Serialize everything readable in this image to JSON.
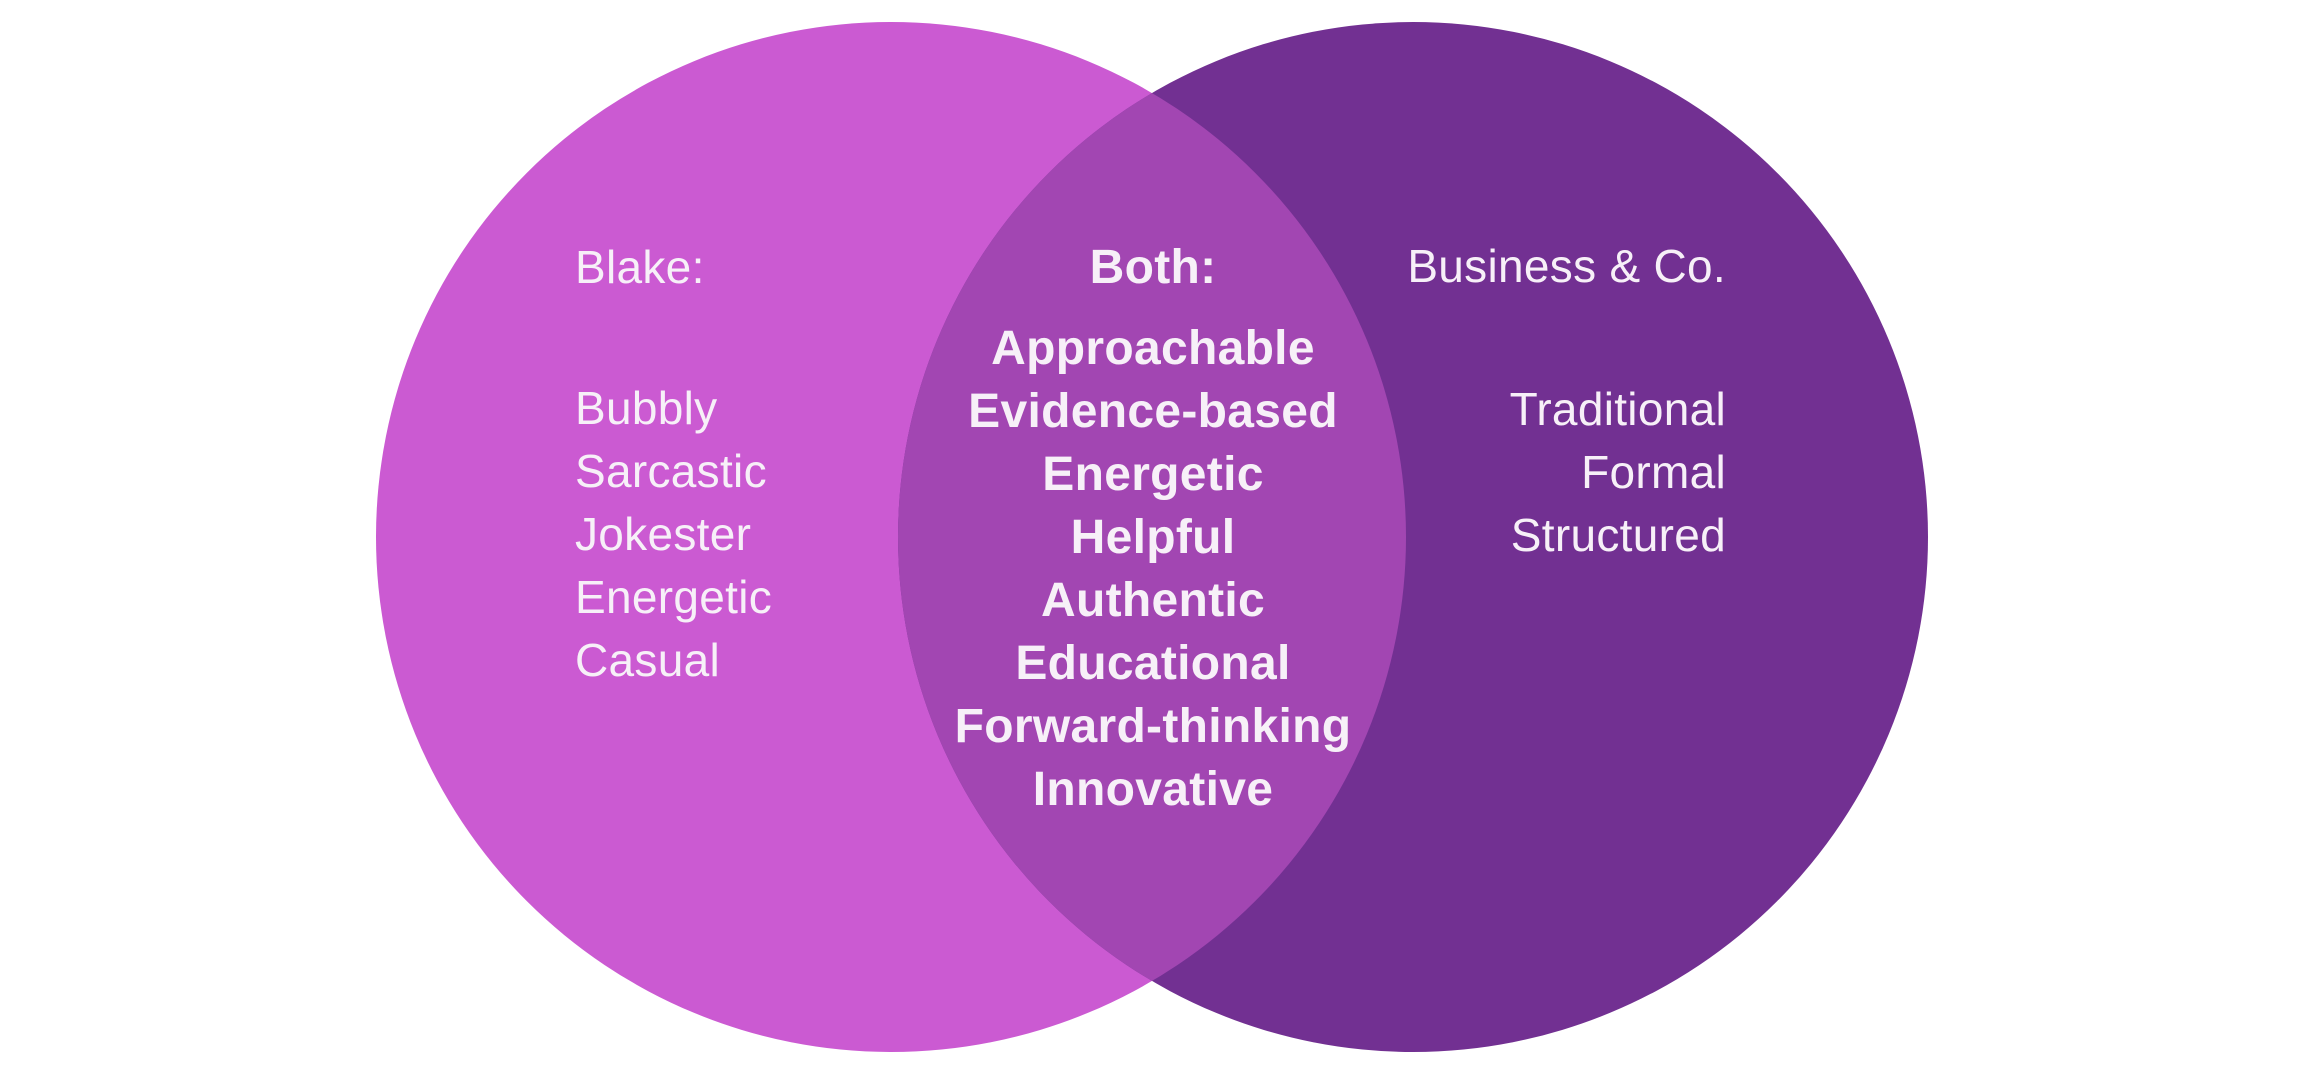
{
  "diagram": {
    "type": "venn",
    "left_circle": {
      "heading": "Blake:",
      "items": [
        "Bubbly",
        "Sarcastic",
        "Jokester",
        "Energetic",
        "Casual"
      ]
    },
    "overlap": {
      "heading": "Both:",
      "items": [
        "Approachable",
        "Evidence-based",
        "Energetic",
        "Helpful",
        "Authentic",
        "Educational",
        "Forward-thinking",
        "Innovative"
      ]
    },
    "right_circle": {
      "heading": "Business & Co.",
      "items": [
        "Traditional",
        "Formal",
        "Structured"
      ]
    },
    "colors": {
      "left_circle_fill": "#cb5ad2",
      "overlap_fill": "#a246b2",
      "right_circle_fill": "#723092",
      "text": "#f7f0f8",
      "background": "#ffffff"
    }
  }
}
